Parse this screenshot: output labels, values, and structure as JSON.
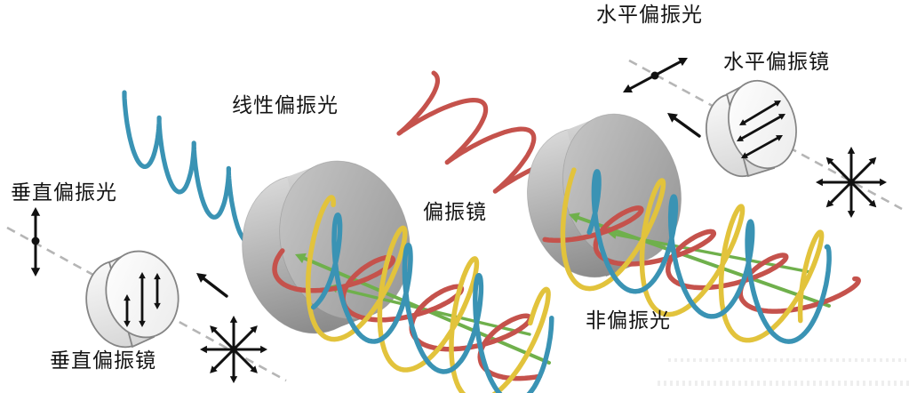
{
  "diagram": {
    "labels": {
      "vertical_light": "垂直偏振光",
      "vertical_polarizer": "垂直偏振镜",
      "linear_light": "线性偏振光",
      "polarizer": "偏振镜",
      "horizontal_light": "水平偏振光",
      "horizontal_polarizer": "水平偏振镜",
      "unpolarized_light": "非偏振光"
    }
  },
  "colors": {
    "blue_wave": "#3a93b4",
    "red_wave": "#c5524c",
    "yellow_wave": "#e2c33c",
    "green_axis": "#6fb04c",
    "disk_gray_light": "#c6c6c6",
    "disk_gray_dark": "#8f8f8f",
    "disk_white": "#f7f7f7",
    "dashed_line": "#b5b5b5",
    "arrow_black": "#111111",
    "background": "#ffffff"
  },
  "icons": {
    "starburst": "eight-direction-arrows-icon",
    "vertical_indicator": "vertical-double-arrow-icon",
    "horizontal_indicator": "diagonal-double-arrow-icon",
    "propagation": "up-left-arrow-icon"
  }
}
